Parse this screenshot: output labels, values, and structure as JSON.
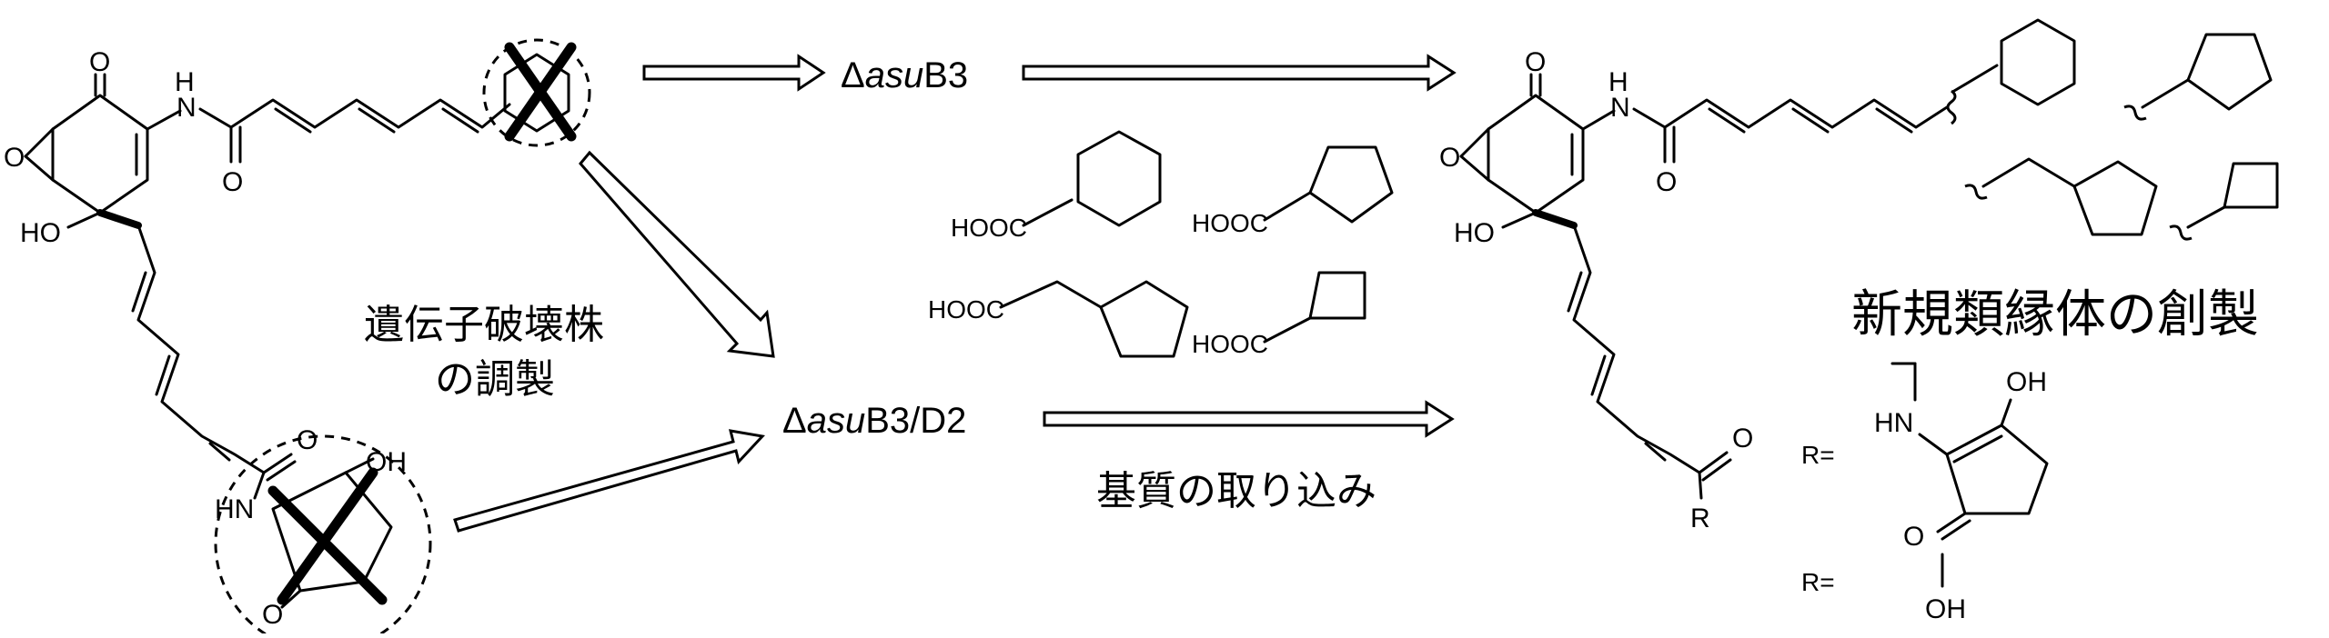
{
  "atoms": {
    "O": "O",
    "H": "H",
    "N": "N",
    "HO": "HO",
    "OH": "OH",
    "HN": "HN",
    "R": "R"
  },
  "labels": {
    "strain_line1": "遺伝子破壊株",
    "strain_line2": "の調製",
    "mutant1_delta": "Δ",
    "mutant1_italic": "asu",
    "mutant1_suffix": "B3",
    "mutant2_delta": "Δ",
    "mutant2_italic": "asu",
    "mutant2_suffix": "B3/D2",
    "substrate_uptake": "基質の取り込み",
    "new_analogs": "新規類縁体の創製"
  },
  "substrates": {
    "items": [
      "HOOC",
      "HOOC",
      "HOOC",
      "HOOC"
    ]
  },
  "r_groups": {
    "r_label_1": "R=",
    "r_label_2": "R="
  }
}
